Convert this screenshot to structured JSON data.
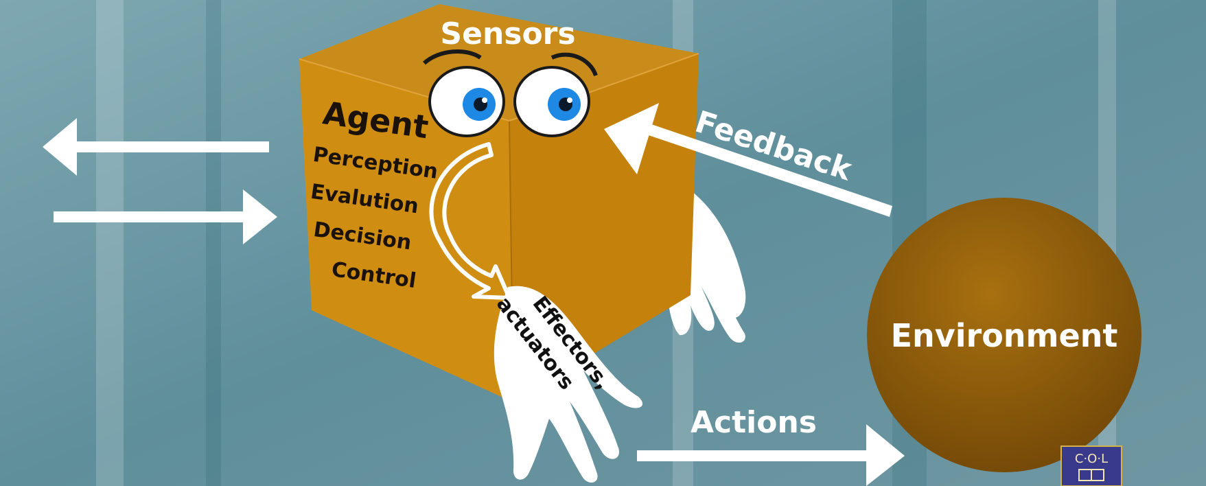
{
  "labels": {
    "sensors": "Sensors",
    "agent": "Agent",
    "perception": "Perception",
    "evaluation": "Evalution",
    "decision": "Decision",
    "control": "Control",
    "effectors_line1": "Effectors,",
    "effectors_line2": "actuators",
    "feedback": "Feedback",
    "actions": "Actions",
    "environment": "Environment",
    "logo_text": "C·O·L"
  },
  "colors": {
    "background": "#6f98a3",
    "cube_front": "#cf8e12",
    "cube_side": "#c4820c",
    "cube_top": "#c98c1a",
    "environment": "#8c5a0a",
    "arrow": "#ffffff",
    "iris": "#1e88e5",
    "logo_bg": "#3a3a8c"
  },
  "icons": {
    "eyes": "eye-icon",
    "hands": "hand-icon",
    "logo": "col-logo-icon"
  }
}
